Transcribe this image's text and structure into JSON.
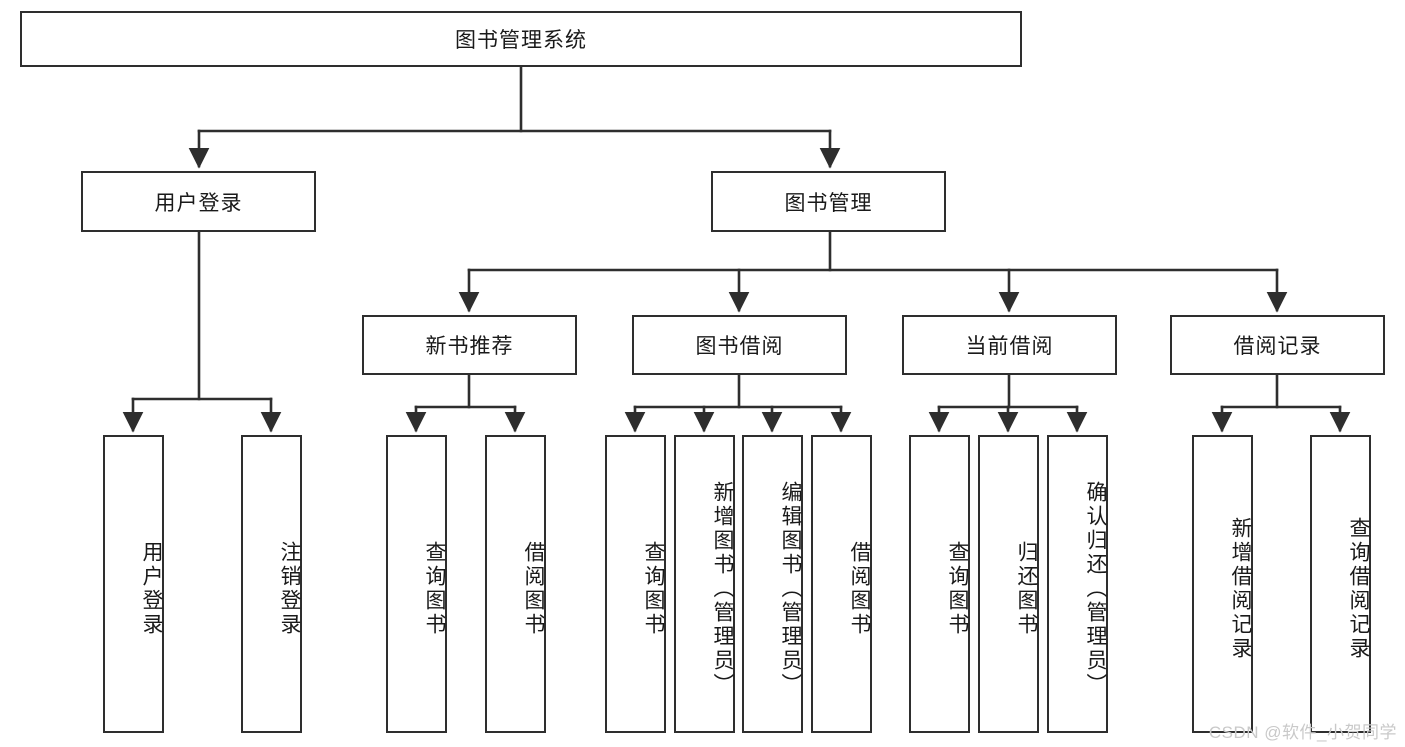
{
  "diagram": {
    "title": "图书管理系统",
    "type": "tree-hierarchy-chart",
    "root": {
      "label": "图书管理系统"
    },
    "level2": [
      {
        "label": "用户登录"
      },
      {
        "label": "图书管理"
      }
    ],
    "level3": [
      {
        "label": "新书推荐"
      },
      {
        "label": "图书借阅"
      },
      {
        "label": "当前借阅"
      },
      {
        "label": "借阅记录"
      }
    ],
    "leaves": {
      "user_login": [
        {
          "label": "用户登录"
        },
        {
          "label": "注销登录"
        }
      ],
      "new_book_recommend": [
        {
          "label": "查询图书"
        },
        {
          "label": "借阅图书"
        }
      ],
      "book_borrow": [
        {
          "label": "查询图书"
        },
        {
          "label": "新增图书（管理员）"
        },
        {
          "label": "编辑图书（管理员）"
        },
        {
          "label": "借阅图书"
        }
      ],
      "current_borrow": [
        {
          "label": "查询图书"
        },
        {
          "label": "归还图书"
        },
        {
          "label": "确认归还（管理员）"
        }
      ],
      "borrow_record": [
        {
          "label": "新增借阅记录"
        },
        {
          "label": "查询借阅记录"
        }
      ]
    }
  },
  "watermark": {
    "text": "CSDN @软件_小贺同学"
  },
  "colors": {
    "stroke": "#2e2e2e",
    "fill": "#ffffff",
    "text": "#1a1a1a",
    "watermark": "#c9c9c9"
  }
}
